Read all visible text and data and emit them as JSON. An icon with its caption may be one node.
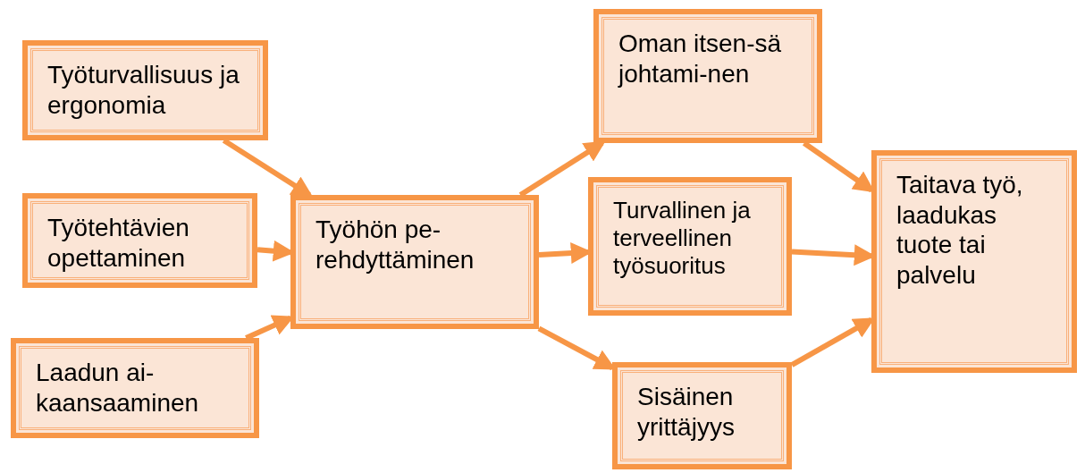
{
  "diagram": {
    "nodes": [
      {
        "text": [
          "Työturvallisuus ja ergonomia"
        ]
      },
      {
        "text": [
          "Työtehtävien opettaminen"
        ]
      },
      {
        "text": [
          "Laadun ai-kaansaaminen"
        ]
      },
      {
        "text": [
          "Työhön pe-rehdyttäminen"
        ]
      },
      {
        "text": [
          "Oman itsen-sä johtami-nen"
        ]
      },
      {
        "text": [
          "Turvallinen ja terveellinen työsuoritus"
        ]
      },
      {
        "text": [
          "Sisäinen yrittäjyys"
        ]
      },
      {
        "text": [
          "Taitava työ, laadukas tuote tai palvelu"
        ]
      }
    ],
    "edges": [
      {
        "from": 0,
        "to": 3,
        "arrow": "to"
      },
      {
        "from": 1,
        "to": 3,
        "arrow": "to"
      },
      {
        "from": 2,
        "to": 3,
        "arrow": "to"
      },
      {
        "from": 3,
        "to": 4,
        "arrow": "to"
      },
      {
        "from": 3,
        "to": 5,
        "arrow": "to"
      },
      {
        "from": 3,
        "to": 6,
        "arrow": "to"
      },
      {
        "from": 4,
        "to": 7,
        "arrow": "to"
      },
      {
        "from": 5,
        "to": 7,
        "arrow": "to"
      },
      {
        "from": 6,
        "to": 7,
        "arrow": "to"
      }
    ]
  }
}
